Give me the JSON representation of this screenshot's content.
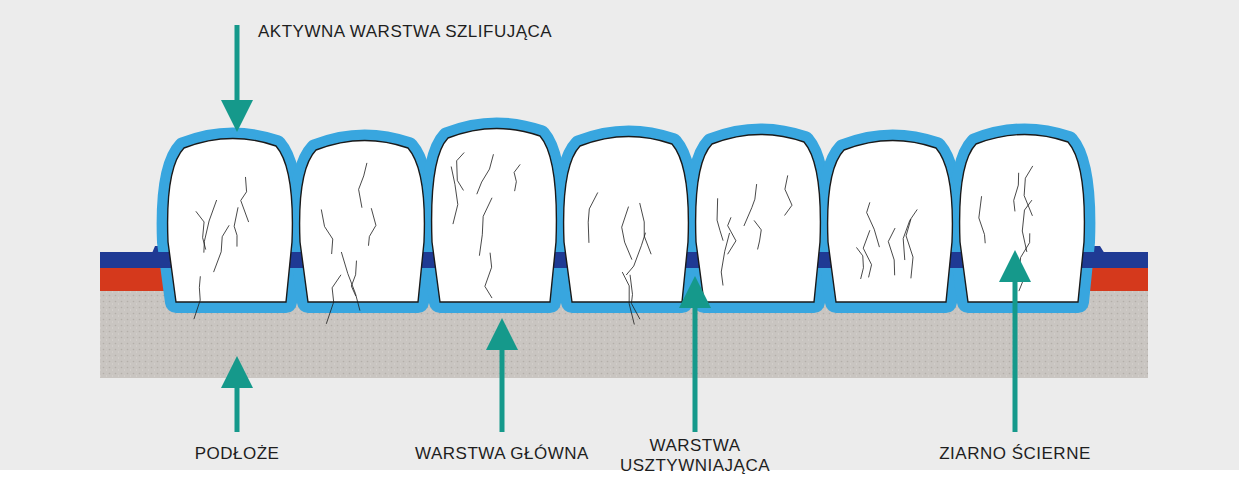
{
  "diagram": {
    "labels": [
      "AKTYWNA WARSTWA SZLIFUJĄCA",
      "PODŁOŻE",
      "WARSTWA GŁÓWNA",
      "WARSTWA USZTYWNIAJĄCA",
      "ZIARNO ŚCIERNE"
    ]
  }
}
